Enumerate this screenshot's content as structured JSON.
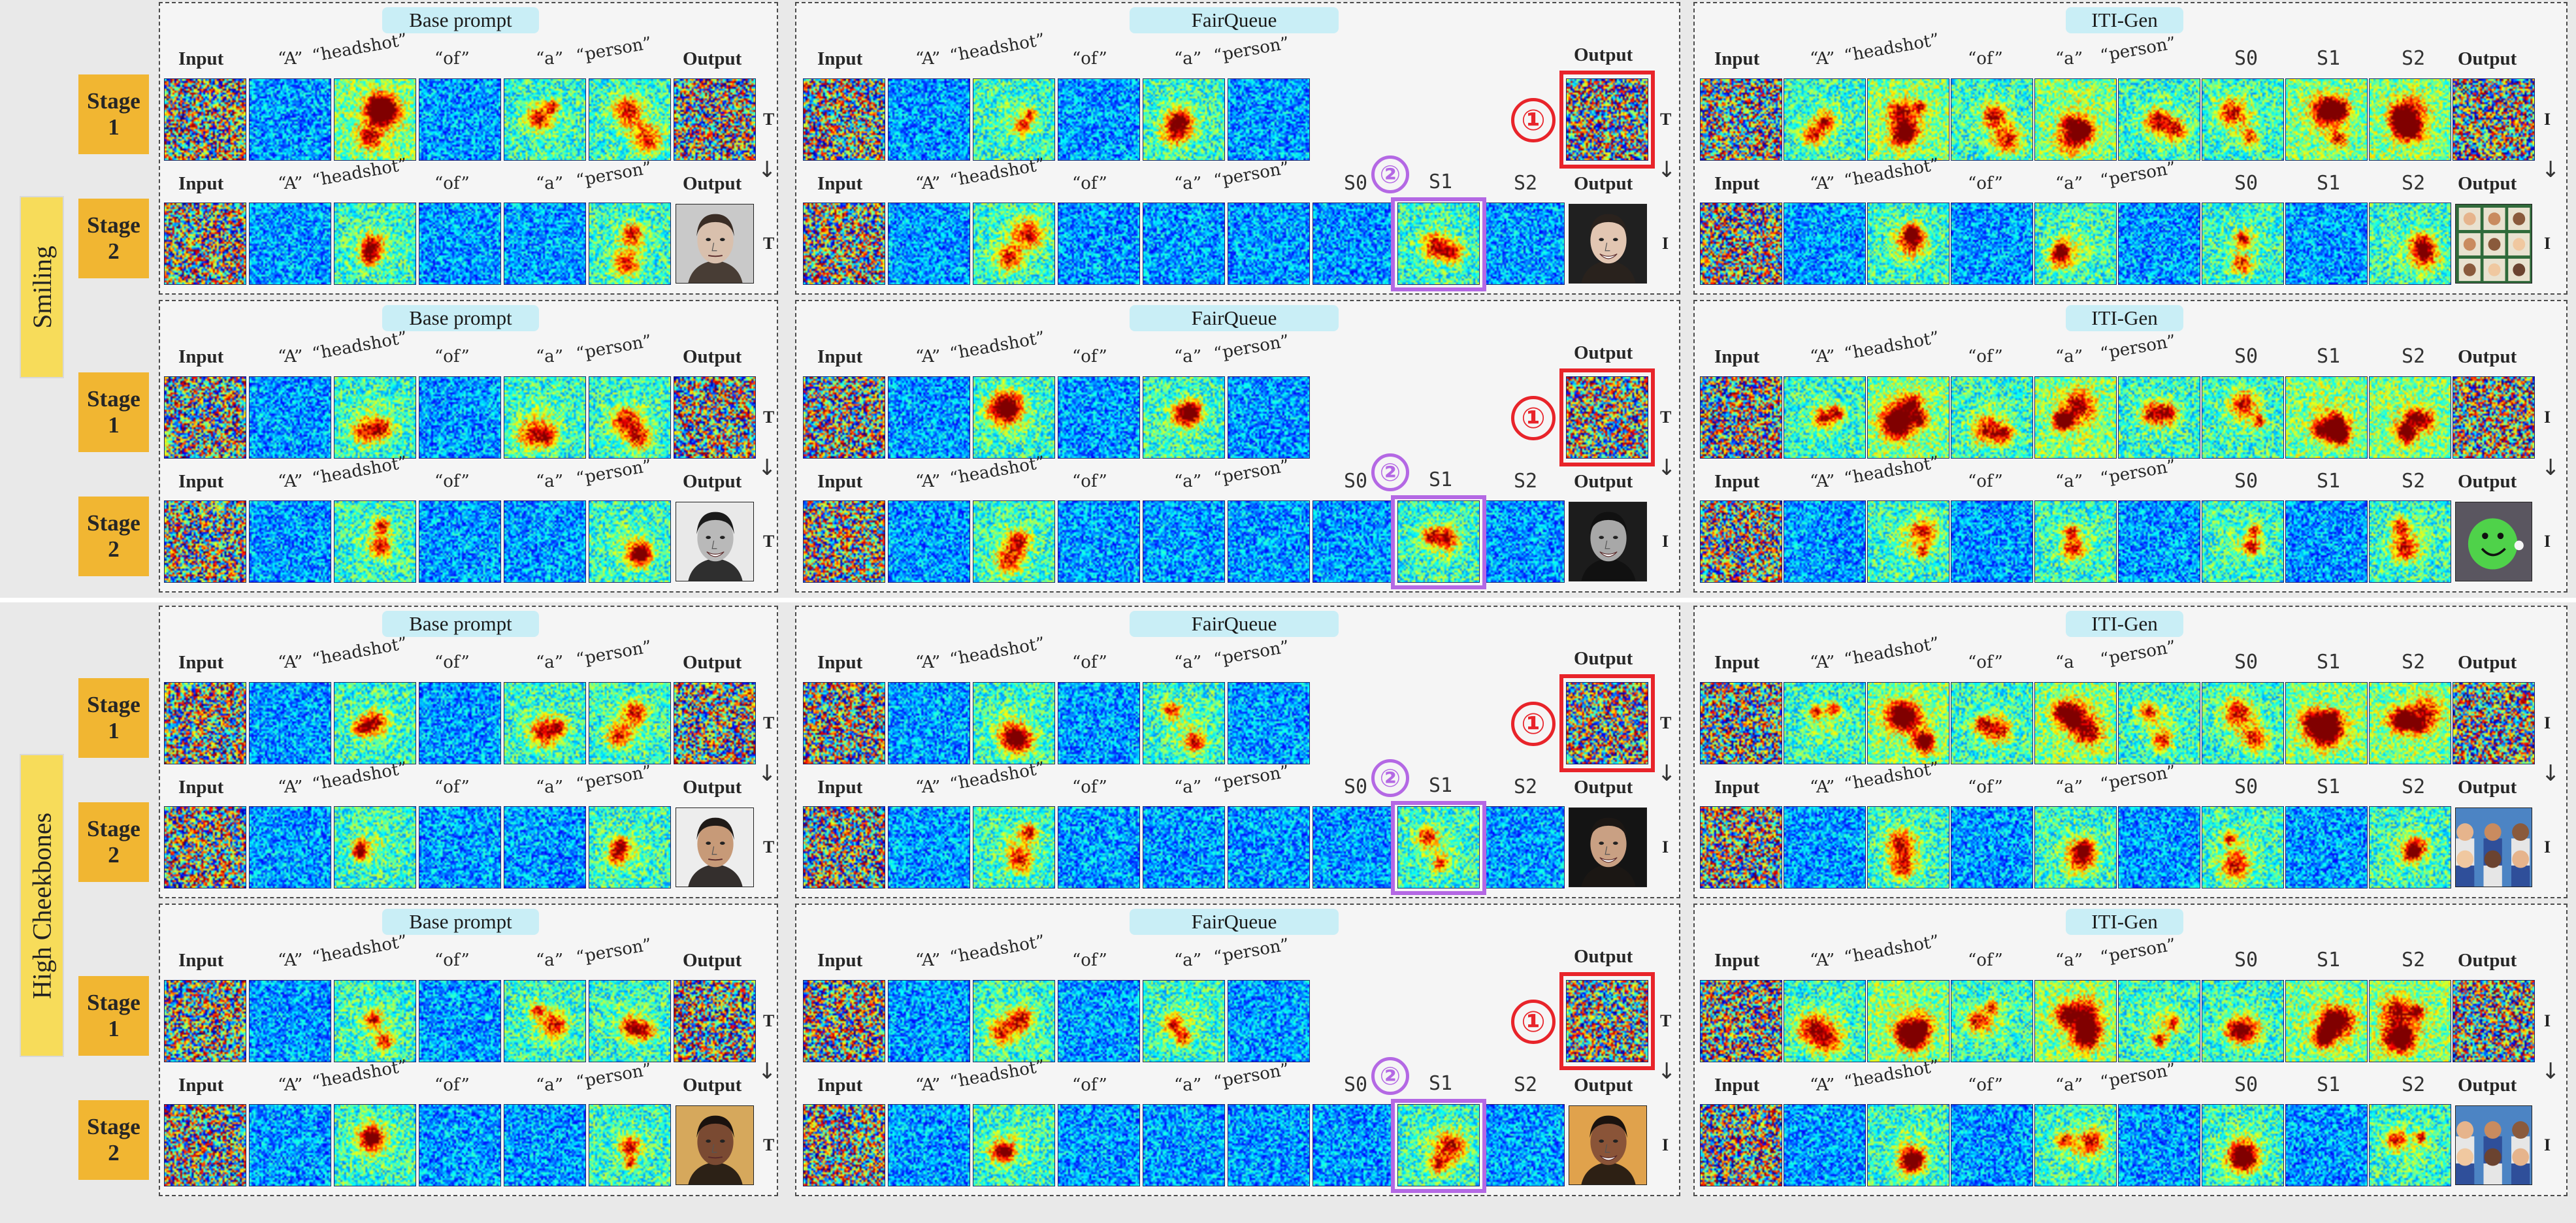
{
  "groups": [
    {
      "label": "Smiling"
    },
    {
      "label": "High Cheekbones"
    }
  ],
  "stage_labels": {
    "stage": "Stage",
    "one": "1",
    "two": "2"
  },
  "panel_titles": {
    "base": "Base prompt",
    "fairqueue": "FairQueue",
    "itigen": "ITI-Gen"
  },
  "tokens": {
    "input": "Input",
    "A": "“A”",
    "headshot": "“headshot”",
    "of": "“of”",
    "a": "“a”",
    "a_open": "“a",
    "person": "“person”",
    "person_alt": "“person”",
    "s0": "S0",
    "s1": "S1",
    "s2": "S2",
    "output": "Output"
  },
  "side_letters": {
    "T": "T",
    "I": "I"
  },
  "arrow": "↓",
  "markers": {
    "red": "①",
    "purple": "②"
  },
  "colors": {
    "red_box": "#e8242a",
    "purple_box": "#b468e4",
    "stage_box": "#f1b632",
    "group_label": "#f7dc5a",
    "title_pill": "#c9eef6"
  },
  "icons": {
    "photo_man": "face-photo",
    "photo_woman": "face-photo",
    "smiley": "smiley-face-icon",
    "collage": "group-photo-collage"
  }
}
